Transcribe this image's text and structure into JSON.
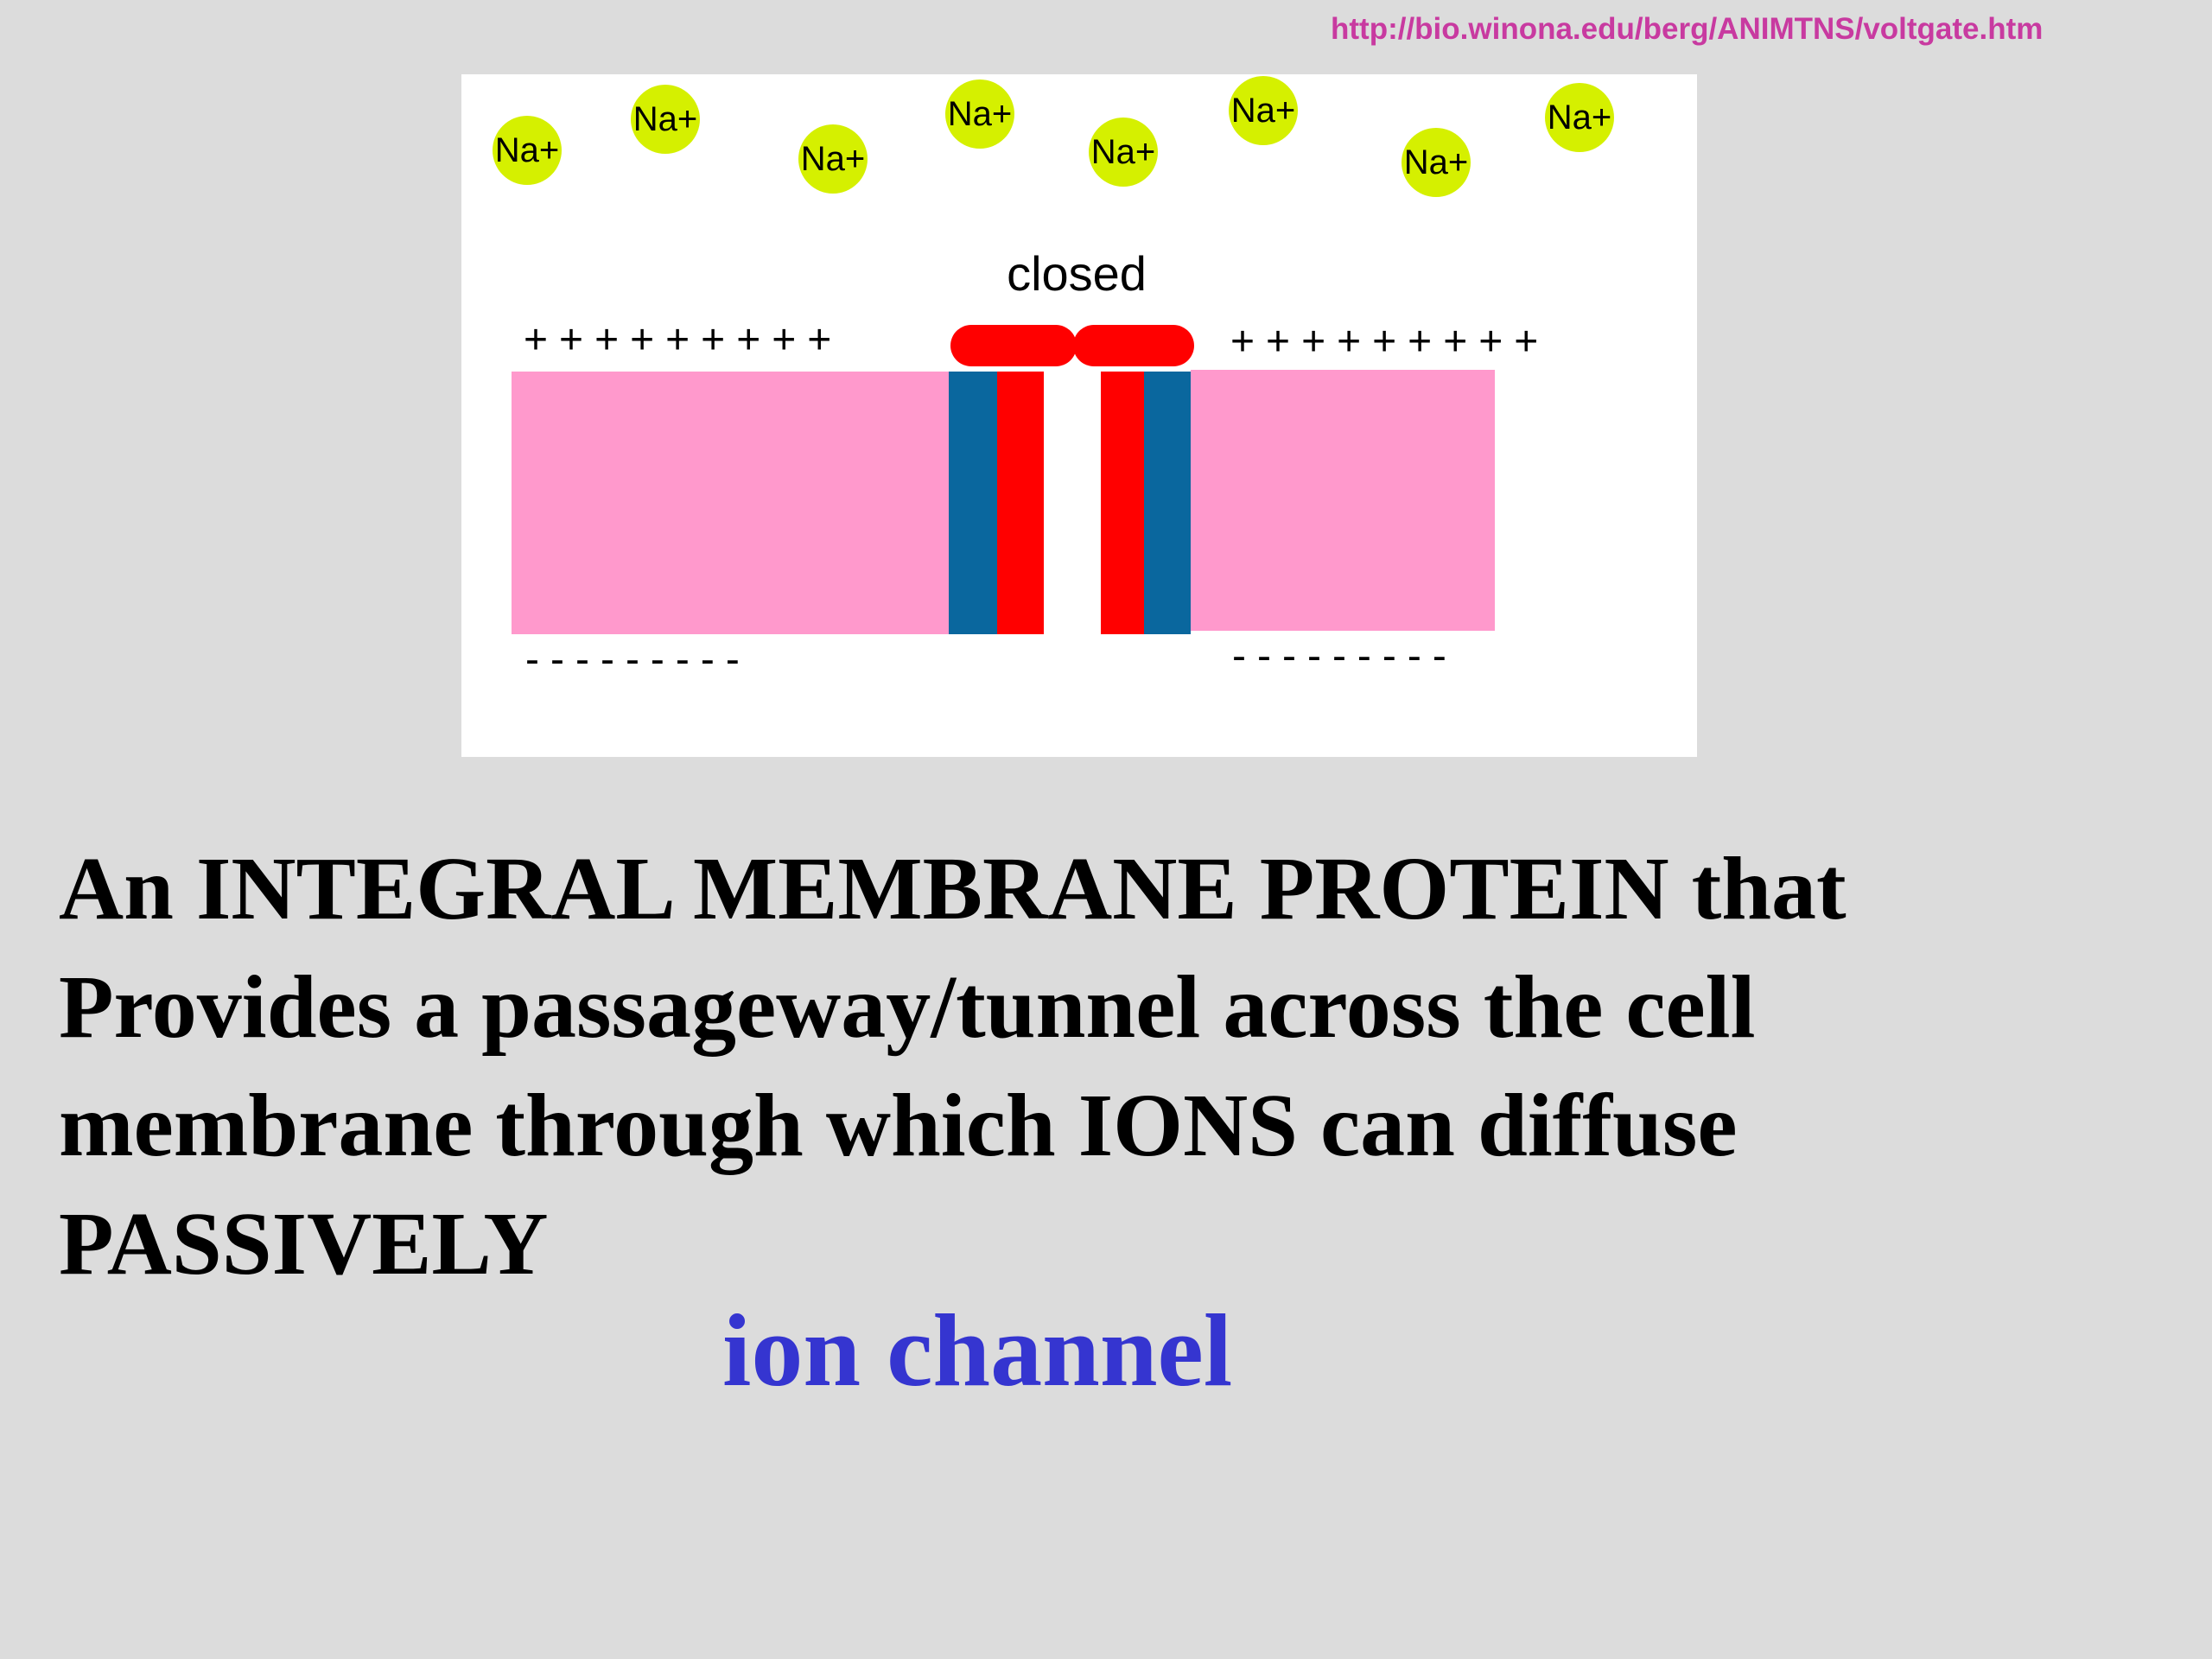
{
  "source_url": "http://bio.winona.edu/berg/ANIMTNS/voltgate.htm",
  "figure": {
    "ions": [
      {
        "label": "Na+"
      },
      {
        "label": "Na+"
      },
      {
        "label": "Na+"
      },
      {
        "label": "Na+"
      },
      {
        "label": "Na+"
      },
      {
        "label": "Na+"
      },
      {
        "label": "Na+"
      },
      {
        "label": "Na+"
      }
    ],
    "gate_state": "closed",
    "outside_charges_left": "+++++++++",
    "outside_charges_right": "+++++++++",
    "inside_charges_left": "---------",
    "inside_charges_right": "---------",
    "colors": {
      "ion": "#d5f000",
      "membrane": "#ff99cc",
      "channel_outer": "#0a679e",
      "channel_inner": "#ff0000",
      "gate": "#ff0000"
    }
  },
  "description": "An INTEGRAL MEMBRANE PROTEIN that Provides a passageway/tunnel across the cell membrane through which IONS can diffuse PASSIVELY",
  "term": "ion channel"
}
